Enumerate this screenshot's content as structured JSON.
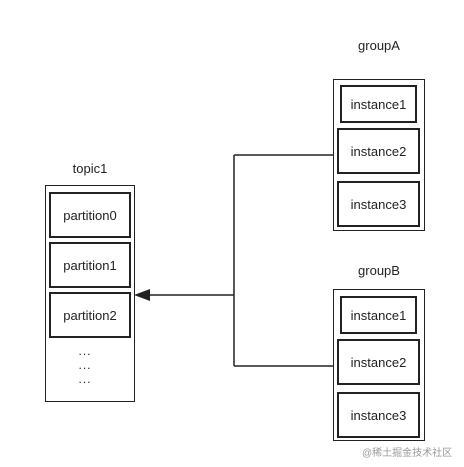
{
  "topic": {
    "title": "topic1",
    "partitions": [
      "partition0",
      "partition1",
      "partition2"
    ],
    "ellipsis": [
      "...",
      "...",
      "..."
    ]
  },
  "groupA": {
    "title": "groupA",
    "instances": [
      "instance1",
      "instance2",
      "instance3"
    ]
  },
  "groupB": {
    "title": "groupB",
    "instances": [
      "instance1",
      "instance2",
      "instance3"
    ]
  },
  "watermark": "@稀土掘金技术社区"
}
